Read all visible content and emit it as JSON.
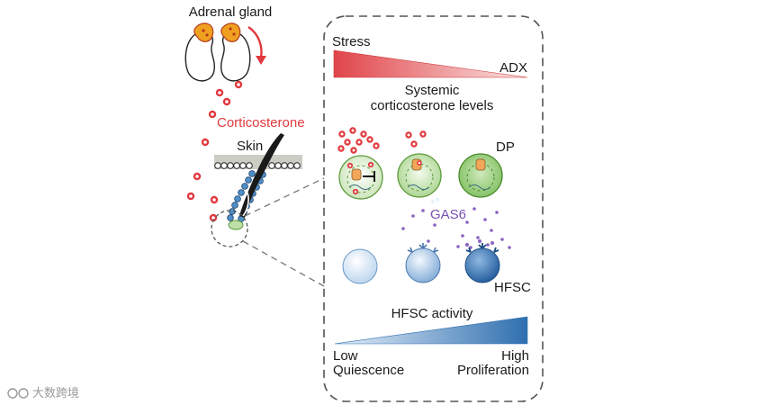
{
  "labels": {
    "adrenal_gland": "Adrenal gland",
    "corticosterone": "Corticosterone",
    "skin": "Skin",
    "stress": "Stress",
    "adx": "ADX",
    "systemic_line1": "Systemic",
    "systemic_line2": "corticosterone levels",
    "dp": "DP",
    "gas6": "GAS6",
    "hfsc": "HFSC",
    "hfsc_activity": "HFSC activity",
    "low": "Low",
    "quiescence": "Quiescence",
    "high": "High",
    "proliferation": "Proliferation"
  },
  "watermark": "大数跨境",
  "colors": {
    "red": "#e0393e",
    "purple": "#7a50b0",
    "hfsc_blue": "#2f6fb0",
    "dp_green": "#8cc470",
    "adrenal_orange": "#f0a020"
  }
}
